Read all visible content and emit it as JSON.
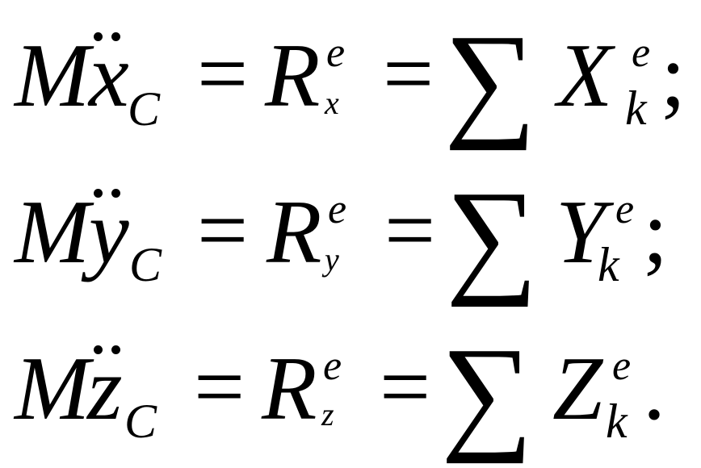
{
  "equations": [
    {
      "mass": "M",
      "coord": "x",
      "coord_subscript": "C",
      "equals_1": "=",
      "force": "R",
      "force_superscript": "e",
      "force_subscript": "x",
      "equals_2": "=",
      "sum": "∑",
      "component": "X",
      "component_superscript": "e",
      "component_subscript": "k",
      "terminator": ";"
    },
    {
      "mass": "M",
      "coord": "y",
      "coord_subscript": "C",
      "equals_1": "=",
      "force": "R",
      "force_superscript": "e",
      "force_subscript": "y",
      "equals_2": "=",
      "sum": "∑",
      "component": "Y",
      "component_superscript": "e",
      "component_subscript": "k",
      "terminator": ";"
    },
    {
      "mass": "M",
      "coord": "z",
      "coord_subscript": "C",
      "equals_1": "=",
      "force": "R",
      "force_superscript": "e",
      "force_subscript": "z",
      "equals_2": "=",
      "sum": "∑",
      "component": "Z",
      "component_superscript": "e",
      "component_subscript": "k",
      "terminator": "."
    }
  ]
}
